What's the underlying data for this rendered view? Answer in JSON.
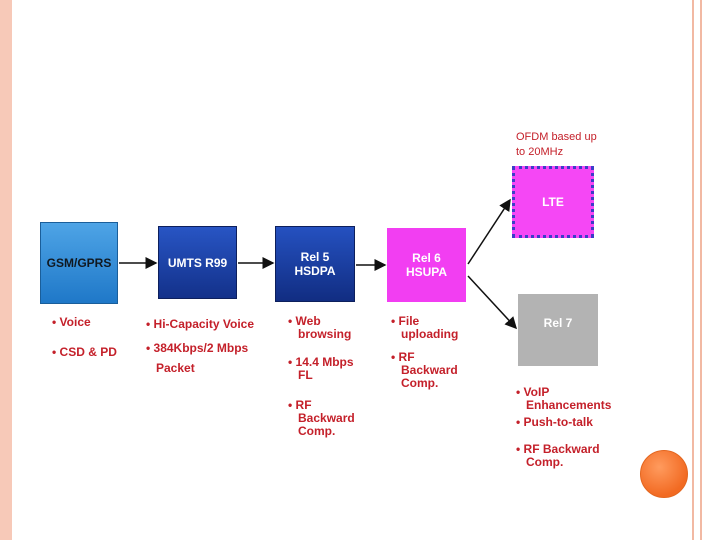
{
  "nodes": {
    "gsm": "GSM/GPRS",
    "umts": "UMTS R99",
    "rel5": "Rel 5\nHSDPA",
    "rel6": "Rel 6\nHSUPA",
    "lte": "LTE",
    "rel7": "Rel 7"
  },
  "lte_note": "OFDM based up\nto 20MHz",
  "bullets": {
    "gsm": [
      "• Voice",
      "• CSD & PD"
    ],
    "umts": [
      "• Hi-Capacity Voice",
      "• 384Kbps/2 Mbps\n   Packet"
    ],
    "rel5": [
      "• Web\n   browsing",
      "• 14.4 Mbps\n   FL",
      "• RF\n   Backward\n   Comp."
    ],
    "rel6": [
      "• File\n   uploading",
      "• RF\n   Backward\n   Comp."
    ],
    "rel7": [
      "• VoIP\n   Enhancements",
      "• Push-to-talk",
      "• RF Backward\n   Comp."
    ]
  },
  "colors": {
    "bullet_text": "#c4202a",
    "rel6_box": "#f23ef2",
    "lte_box": "#f547f5",
    "lte_border": "#3c3cc8",
    "rel7_box": "#b3b3b3",
    "accent_orb": "#f26a22"
  }
}
